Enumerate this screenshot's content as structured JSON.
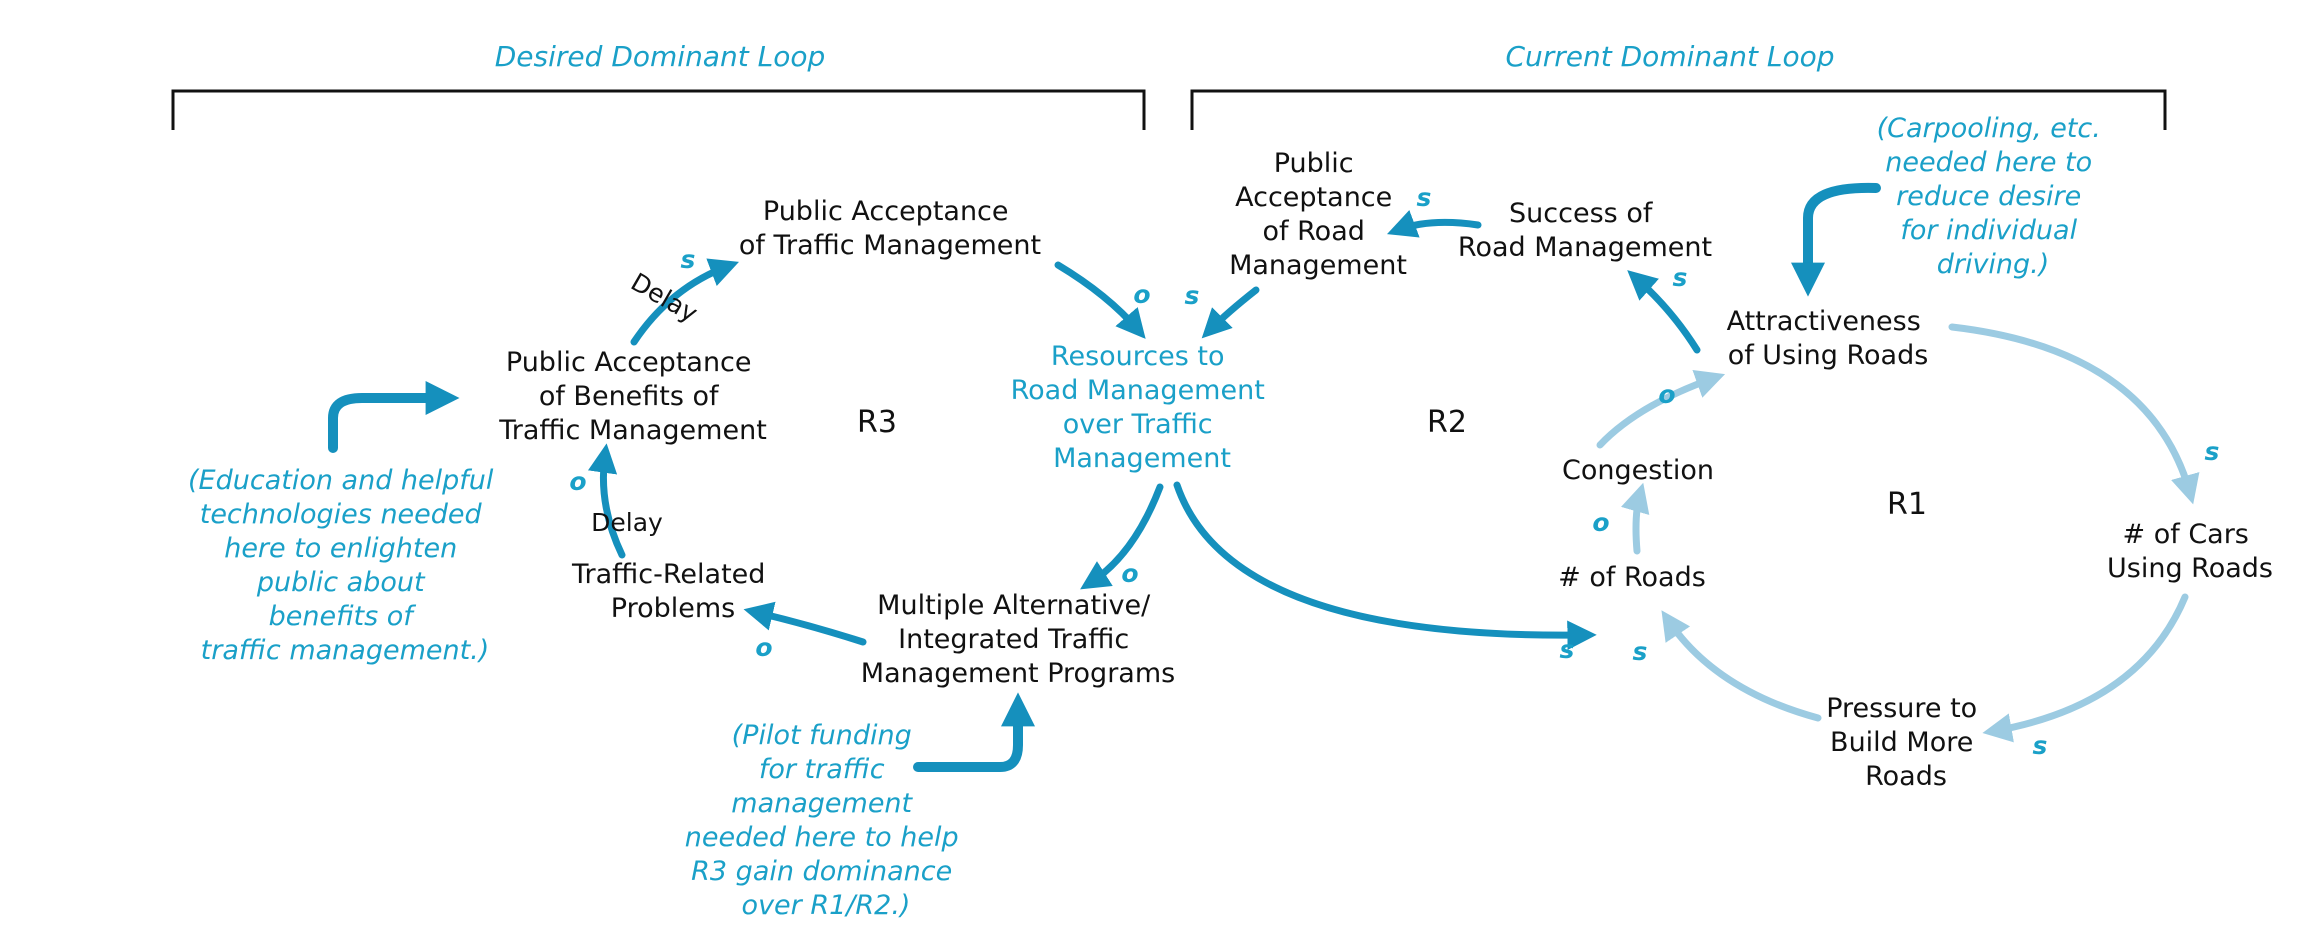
{
  "headings": {
    "desired": "Desired Dominant Loop",
    "current": "Current Dominant Loop"
  },
  "nodes": {
    "public_acceptance_tm": [
      "Public Acceptance",
      "of Traffic Management"
    ],
    "public_acceptance_rm": [
      "Public",
      "Acceptance",
      "of Road",
      "Management"
    ],
    "success_rm": [
      "Success of",
      "Road Management"
    ],
    "attractiveness": [
      "Attractiveness",
      "of Using Roads"
    ],
    "benefits_tm": [
      "Public Acceptance",
      "of Benefits of",
      "Traffic Management"
    ],
    "resources": [
      "Resources to",
      "Road Management",
      "over Traffic",
      "Management"
    ],
    "congestion": [
      "Congestion"
    ],
    "num_roads": [
      "# of Roads"
    ],
    "num_cars": [
      "# of Cars",
      "Using Roads"
    ],
    "traffic_problems": [
      "Traffic-Related",
      "Problems"
    ],
    "multiple_programs": [
      "Multiple Alternative/",
      "Integrated Traffic",
      "Management Programs"
    ],
    "pressure": [
      "Pressure to",
      "Build More",
      "Roads"
    ]
  },
  "loops": {
    "r1": "R1",
    "r2": "R2",
    "r3": "R3"
  },
  "delays": {
    "top": "Delay",
    "bottom": "Delay"
  },
  "polarities": {
    "benefits_to_acceptance": "s",
    "acceptance_to_resources": "o",
    "rm_to_resources": "s",
    "success_to_rm": "s",
    "attract_to_success": "s",
    "congestion_to_attract": "o",
    "roads_to_congestion": "o",
    "attract_to_cars": "s",
    "resources_to_programs": "o",
    "resources_to_roads": "s",
    "programs_to_problems": "o",
    "problems_to_benefits": "o",
    "pressure_to_roads": "s",
    "cars_to_pressure": "s"
  },
  "notes": {
    "carpooling": [
      "(Carpooling, etc.",
      "needed here to",
      "reduce desire",
      "for individual",
      "driving.)"
    ],
    "education": [
      "(Education and helpful",
      "technologies needed",
      "here to enlighten",
      "public about",
      "benefits of",
      "traffic management.)"
    ],
    "pilot": [
      "(Pilot funding",
      "for traffic",
      "management",
      "needed here to help",
      "R3 gain dominance",
      "over R1/R2.)"
    ]
  },
  "colors": {
    "dark_arrow": "#1590bd",
    "light_arrow": "#9ccbe2",
    "accent_text": "#1aa0c8"
  }
}
